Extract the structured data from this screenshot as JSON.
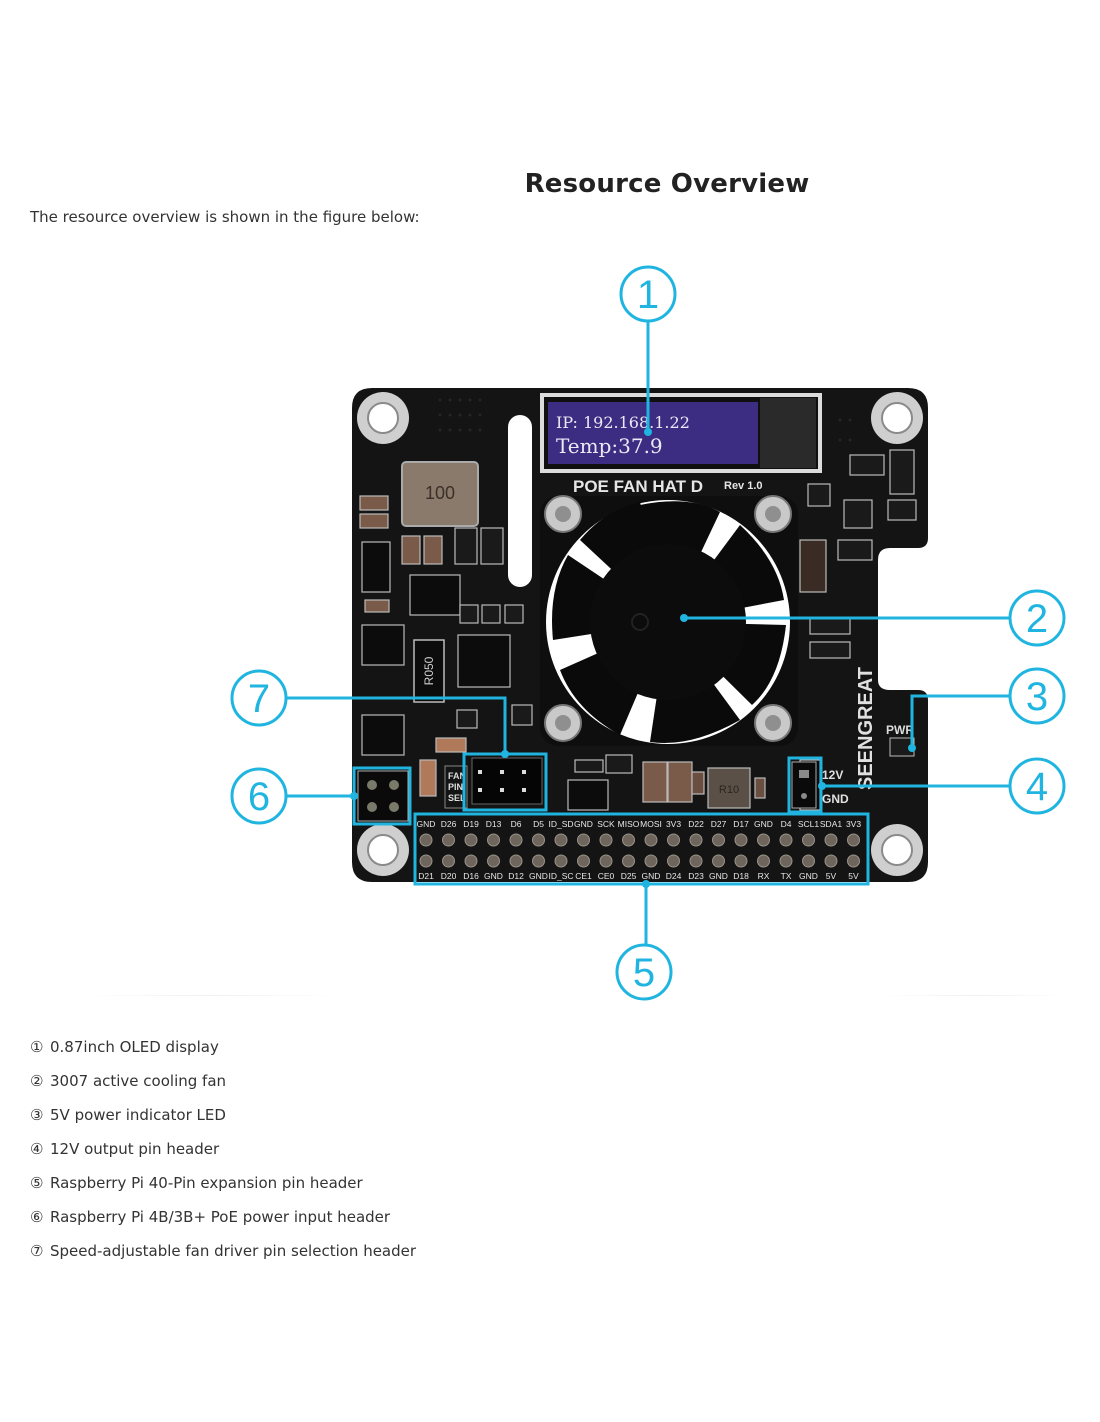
{
  "page": {
    "title": "Resource Overview",
    "intro": "The resource overview is shown in the figure below:"
  },
  "colors": {
    "accent": "#1fb5e0",
    "pcb": "#141414",
    "oled": "#3c2d82",
    "oled_text": "#eaeaf5"
  },
  "figure": {
    "board_name": "POE FAN HAT D",
    "board_rev": "Rev 1.0",
    "brand": "SEENGREAT",
    "oled_line1": "IP: 192.168.1.22",
    "oled_line2": "Temp:37.9",
    "inductor_label": "100",
    "inductor2_label": "R10",
    "resistor_label": "R050",
    "pwr_label": "PWR",
    "v12_label": "12V",
    "gnd_label": "GND",
    "fan_label": "FAN PIN SEL",
    "callouts": [
      "1",
      "2",
      "3",
      "4",
      "5",
      "6",
      "7"
    ],
    "header_top": [
      "GND",
      "D26",
      "D19",
      "D13",
      "D6",
      "D5",
      "ID_SD",
      "GND",
      "SCK",
      "MISO",
      "MOSI",
      "3V3",
      "D22",
      "D27",
      "D17",
      "GND",
      "D4",
      "SCL1",
      "SDA1",
      "3V3"
    ],
    "header_bottom": [
      "D21",
      "D20",
      "D16",
      "GND",
      "D12",
      "GND",
      "ID_SC",
      "CE1",
      "CE0",
      "D25",
      "GND",
      "D24",
      "D23",
      "GND",
      "D18",
      "RX",
      "TX",
      "GND",
      "5V",
      "5V"
    ]
  },
  "legend": [
    {
      "num": "①",
      "text": "0.87inch OLED display"
    },
    {
      "num": "②",
      "text": "3007 active cooling fan"
    },
    {
      "num": "③",
      "text": "5V power indicator LED"
    },
    {
      "num": "④",
      "text": "12V output pin header"
    },
    {
      "num": "⑤",
      "text": "Raspberry Pi 40-Pin expansion pin header"
    },
    {
      "num": "⑥",
      "text": "Raspberry Pi 4B/3B+ PoE power input header"
    },
    {
      "num": "⑦",
      "text": "Speed-adjustable fan driver pin selection header"
    }
  ]
}
